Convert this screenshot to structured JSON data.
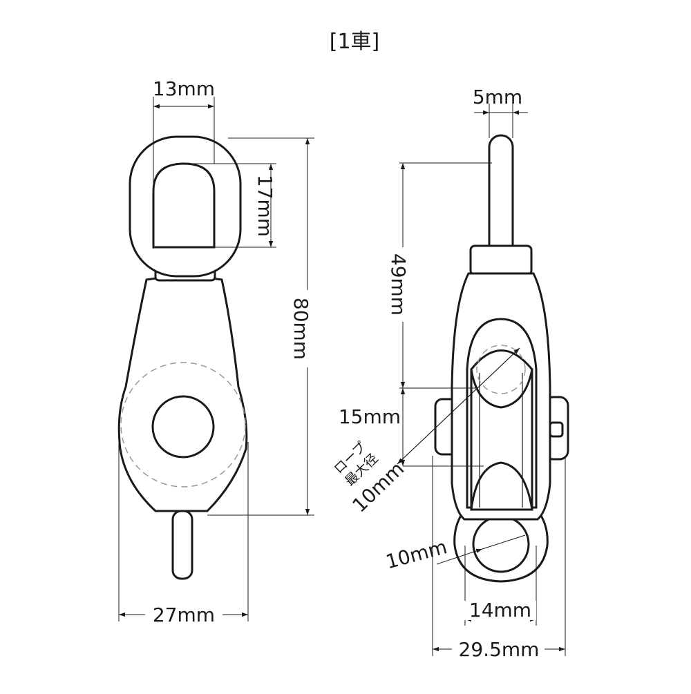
{
  "title": "[1車]",
  "labels": {
    "eye_width": "13mm",
    "eye_height": "17mm",
    "total_length": "80mm",
    "body_width": "27mm",
    "shackle_diameter": "5mm",
    "shackle_length": "49mm",
    "sheave_groove": "15mm",
    "rope_max_line1": "ロープ",
    "rope_max_line2": "最大径",
    "rope_max_value": "10mm",
    "bottom_eye_diameter": "10mm",
    "bottom_eye_width": "14mm",
    "total_width": "29.5mm"
  },
  "colors": {
    "line": "#1a1a1a",
    "background": "#ffffff",
    "dashed": "#999999"
  }
}
